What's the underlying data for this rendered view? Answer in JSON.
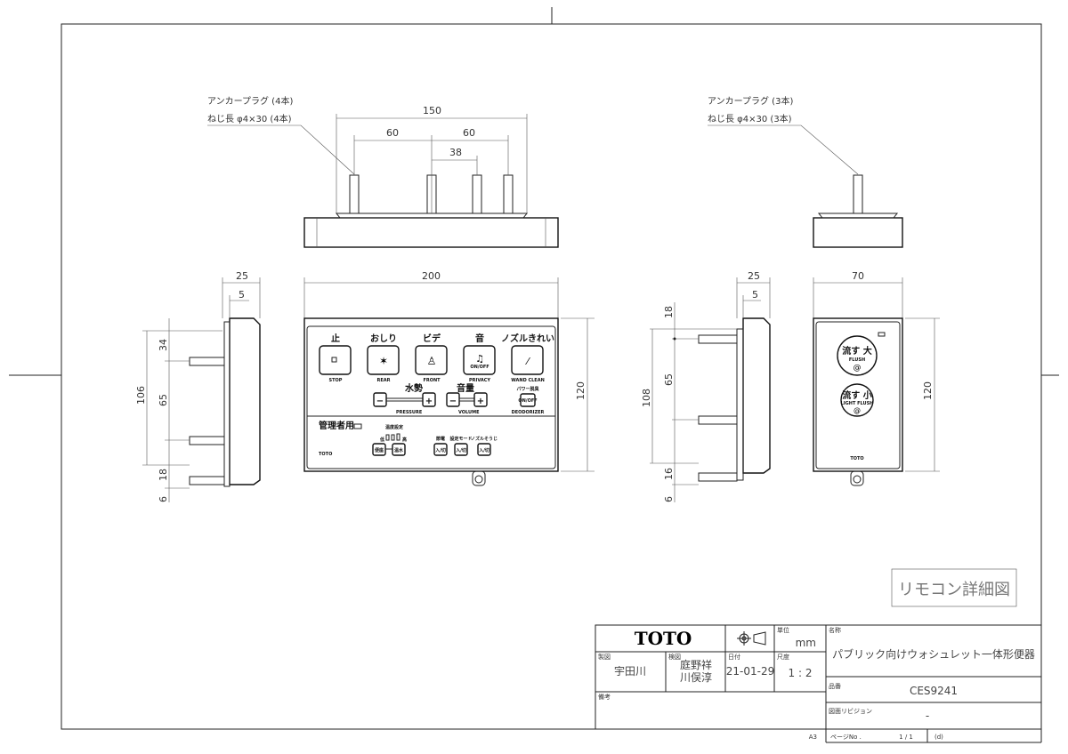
{
  "drawing": {
    "title_stamp": "リモコン詳細図",
    "top_view_left": {
      "note_line1": "アンカープラグ (4本)",
      "note_line2": "ねじ長 φ4×30 (4本)",
      "dims": [
        "150",
        "60",
        "60",
        "38"
      ]
    },
    "top_view_right": {
      "note_line1": "アンカープラグ (3本)",
      "note_line2": "ねじ長 φ4×30 (3本)"
    },
    "front_view": {
      "width_dim": "200",
      "height_dim": "120",
      "buttons": [
        {
          "jp": "止",
          "en": "STOP"
        },
        {
          "jp": "おしり",
          "en": "REAR"
        },
        {
          "jp": "ビデ",
          "en": "FRONT"
        },
        {
          "jp": "音",
          "en": "PRIVACY"
        },
        {
          "jp": "ノズルきれい",
          "en": "WAND CLEAN"
        }
      ],
      "pressure_jp": "水勢",
      "pressure_en": "PRESSURE",
      "volume_jp": "音量",
      "volume_en": "VOLUME",
      "deodorizer_jp": "パワー脱臭",
      "deodorizer_en": "DEODORIZER",
      "onoff": "ON/OFF",
      "minus": "−",
      "plus": "+",
      "admin_label": "管理者用",
      "temp_label": "温度設定",
      "low": "低",
      "high": "高",
      "btn_seat": "便座",
      "btn_water": "温水",
      "admin_items": [
        "節電",
        "設定モード",
        "ノズルそうじ"
      ],
      "admin_btn": "入/切",
      "brand": "TOTO"
    },
    "left_side_view": {
      "dims": [
        "25",
        "5",
        "34",
        "65",
        "18",
        "106",
        "6"
      ]
    },
    "right_side_view": {
      "dims": [
        "25",
        "5",
        "18",
        "65",
        "108",
        "16",
        "6"
      ]
    },
    "flush_panel": {
      "width_dim": "70",
      "height_dim": "120",
      "big_jp": "流す 大",
      "big_en": "FLUSH",
      "small_jp": "流す 小",
      "small_en": "LIGHT FLUSH",
      "brand": "TOTO"
    }
  },
  "title_block": {
    "brand": "TOTO",
    "unit_label": "単位",
    "unit": "mm",
    "name_label": "名称",
    "name": "パブリック向けウォシュレット一体形便器",
    "drafter_label": "製図",
    "drafter": "宇田川",
    "checker_label": "検図",
    "checker1": "庭野祥",
    "checker2": "川俣淳",
    "date_label": "日付",
    "date": "21-01-29",
    "scale_label": "尺度",
    "scale": "1 : 2",
    "part_label": "品番",
    "part_no": "CES9241",
    "remarks_label": "備考",
    "revision_label": "図面リビジョン",
    "revision": "-",
    "paper": "A3",
    "page_label": "ページNo .",
    "page": "1 / 1",
    "sheet_code": "(d)"
  }
}
